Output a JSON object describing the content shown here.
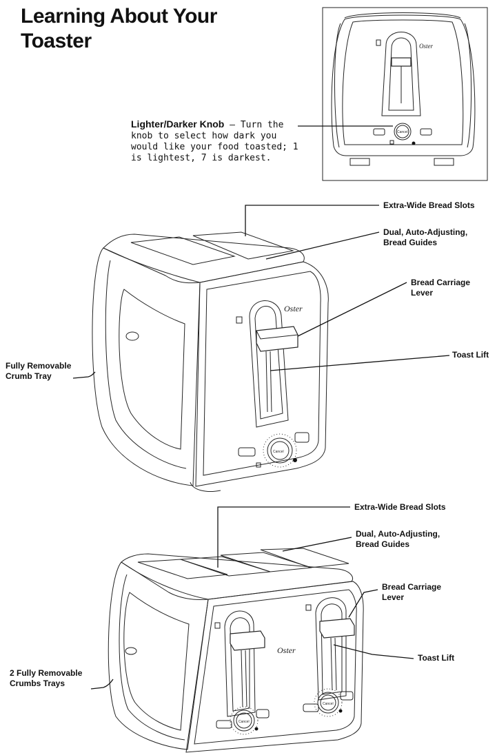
{
  "title": {
    "line1": "Learning About Your",
    "line2": "Toaster"
  },
  "knob_description": {
    "label": "Lighter/Darker Knob",
    "text": " – Turn the knob to select how dark you would like your food toasted; 1 is lightest, 7 is darkest."
  },
  "inset_small": {
    "brand": "Oster",
    "button_left": "",
    "button_right": "",
    "knob_label": "Cancel"
  },
  "two_slice": {
    "brand": "Oster",
    "knob_label": "Cancel",
    "callouts": {
      "slots": "Extra-Wide Bread Slots",
      "guides_line1": "Dual, Auto-Adjusting,",
      "guides_line2": "Bread Guides",
      "lever_line1": "Bread Carriage",
      "lever_line2": "Lever",
      "toast_lift": "Toast Lift",
      "tray_line1": "Fully Removable",
      "tray_line2": "Crumb Tray"
    }
  },
  "four_slice": {
    "brand": "Oster",
    "knob_label": "Cancel",
    "callouts": {
      "slots": "Extra-Wide Bread Slots",
      "guides_line1": "Dual, Auto-Adjusting,",
      "guides_line2": "Bread Guides",
      "lever_line1": "Bread Carriage",
      "lever_line2": "Lever",
      "toast_lift": "Toast Lift",
      "tray_line1": "2 Fully Removable",
      "tray_line2": "Crumbs Trays"
    }
  }
}
